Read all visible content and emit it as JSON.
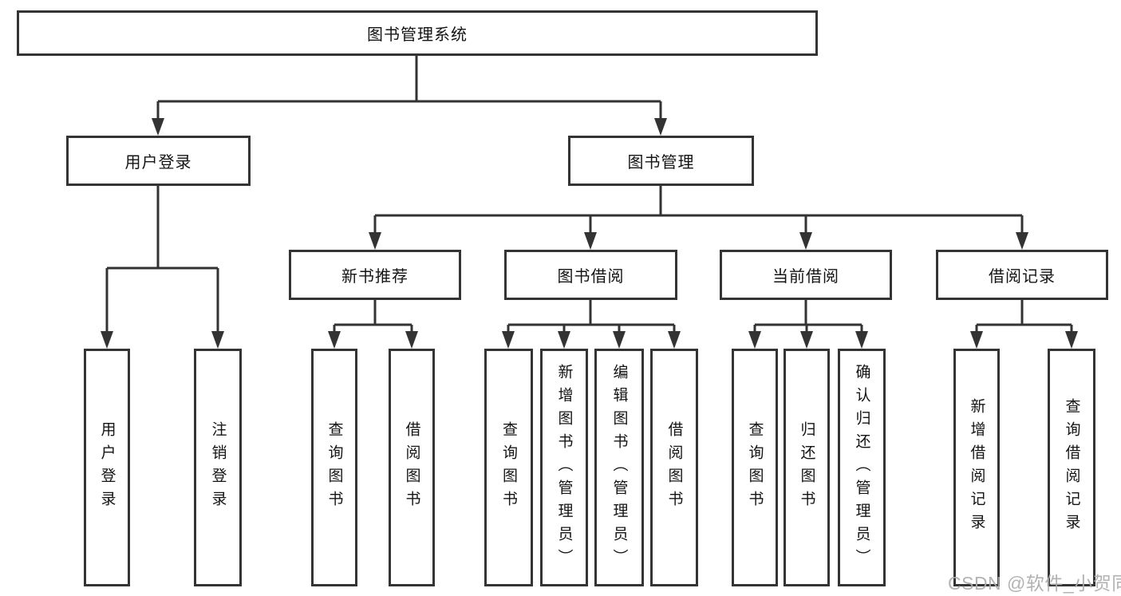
{
  "diagram": {
    "root": "图书管理系统",
    "branches": {
      "user_login": "用户登录",
      "book_mgmt": "图书管理"
    },
    "modules": {
      "new_book_rec": "新书推荐",
      "book_borrow": "图书借阅",
      "current_borrow": "当前借阅",
      "borrow_records": "借阅记录"
    },
    "leaves": {
      "login": "用户登录",
      "logout": "注销登录",
      "rec_query": "查询图书",
      "rec_borrow": "借阅图书",
      "bb_query": "查询图书",
      "bb_add": "新增图书（管理员）",
      "bb_edit": "编辑图书（管理员）",
      "bb_borrow": "借阅图书",
      "cb_query": "查询图书",
      "cb_return": "归还图书",
      "cb_confirm": "确认归还（管理员）",
      "br_add": "新增借阅记录",
      "br_query": "查询借阅记录"
    }
  },
  "watermark": "CSDN @软件_小贺同学",
  "colors": {
    "line": "#333333",
    "box_border": "#343434",
    "text": "#141414",
    "watermark": "#ababab",
    "background": "#ffffff"
  }
}
